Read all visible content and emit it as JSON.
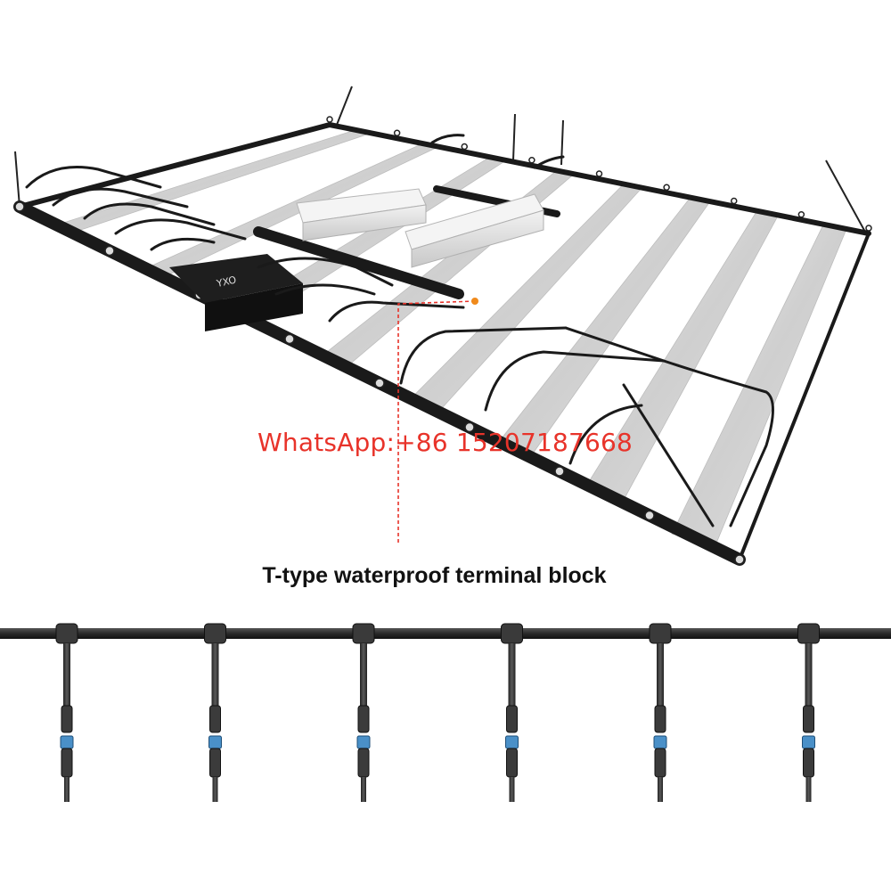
{
  "watermark": {
    "text": "WhatsApp:+86 15207187668",
    "color": "#e8332a"
  },
  "caption": {
    "text": "T-type waterproof terminal block"
  },
  "fixture": {
    "bar_count": 8,
    "driver_label": "YXO",
    "frame_color": "#1a1a1a",
    "bar_color": "#d9d9d9",
    "driver_color": "#e6e6e6",
    "callout_color": "#e8332a",
    "callout_dot_color": "#f08a1c"
  },
  "connectors": {
    "count": 6,
    "ring_color": "#4a90c8",
    "cable_color": "#2a2a2a"
  }
}
